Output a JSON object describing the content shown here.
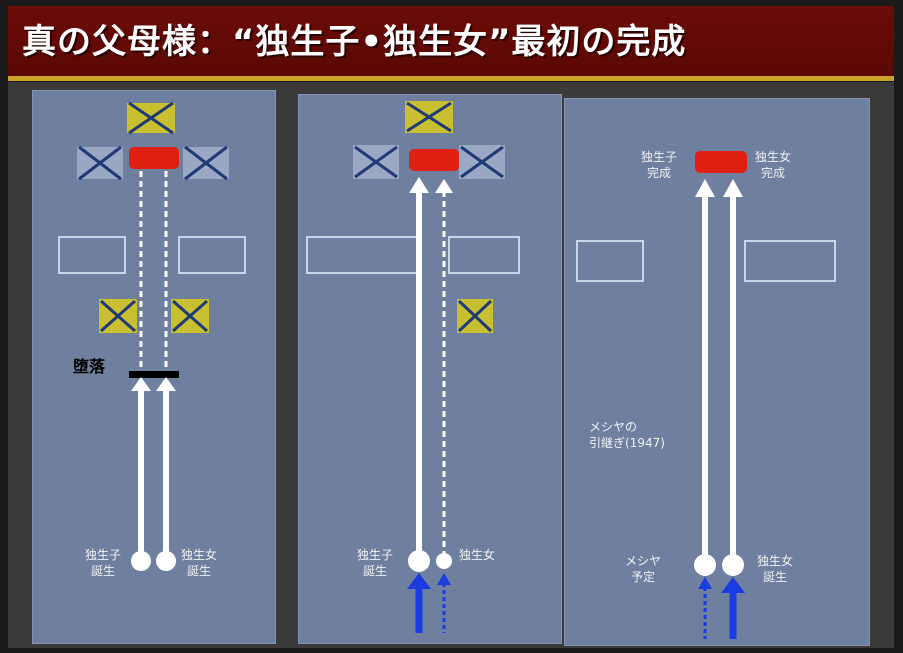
{
  "title": "真の父母様：“独生子•独生女”最初の完成",
  "panel1": {
    "fall_label": "堕落",
    "left_node": "独生子\n誕生",
    "right_node": "独生女\n誕生"
  },
  "panel2": {
    "left_node": "独生子\n誕生",
    "right_node": "独生女"
  },
  "panel3": {
    "top_left": "独生子\n完成",
    "top_right": "独生女\n完成",
    "middle": "メシヤの\n引継ぎ(1947)",
    "left_node": "メシヤ\n予定",
    "right_node": "独生女\n誕生"
  },
  "colors": {
    "title_bg": "#6b0c06",
    "accent": "#c9a227",
    "panel": "#6e7f9f",
    "red_node": "#e02010"
  }
}
